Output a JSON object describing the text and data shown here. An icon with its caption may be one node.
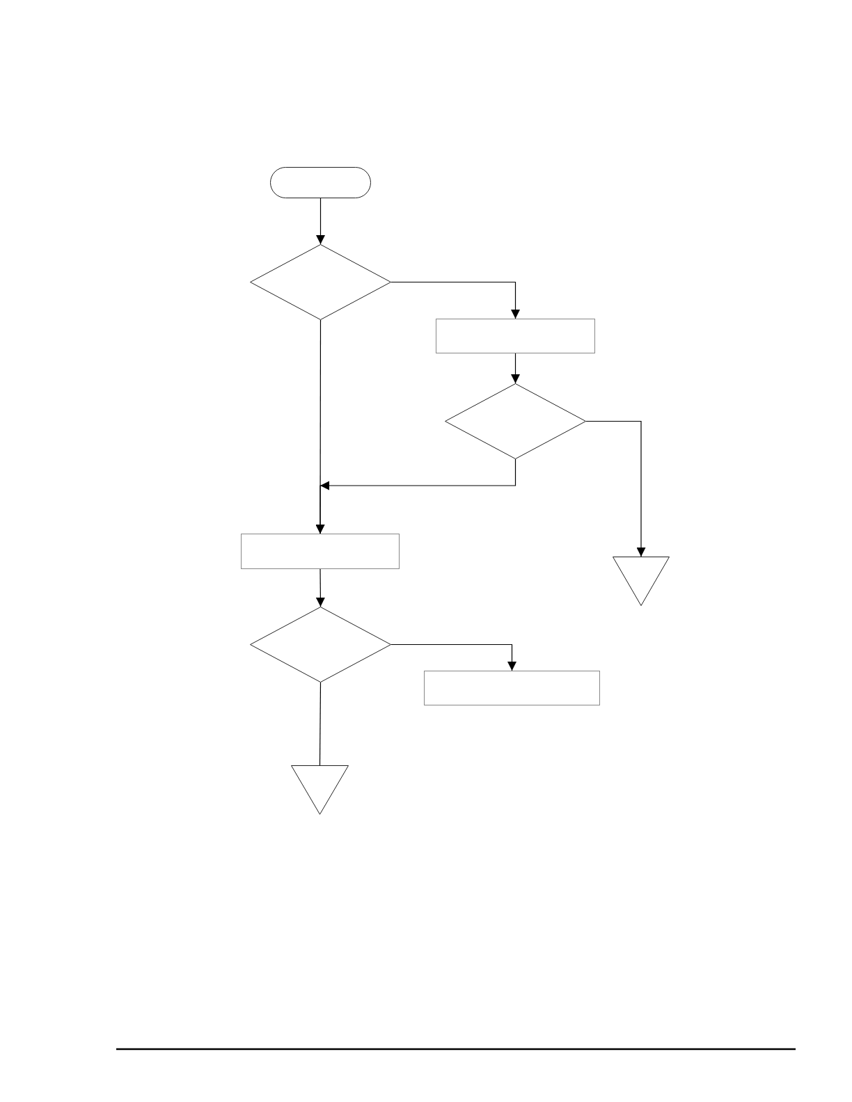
{
  "diagram": {
    "nodes": [
      {
        "text": [],
        "shape": "oval"
      },
      {
        "text": [],
        "shape": "diamond"
      },
      {
        "text": [],
        "shape": "box"
      },
      {
        "text": [],
        "shape": "diamond"
      },
      {
        "text": [],
        "shape": "box"
      },
      {
        "text": [],
        "shape": "triangle"
      },
      {
        "text": [],
        "shape": "diamond"
      },
      {
        "text": [],
        "shape": "box"
      },
      {
        "text": [],
        "shape": "triangle"
      }
    ],
    "edges": [
      {
        "from": 0,
        "to": 1,
        "arrow": "to"
      },
      {
        "from": 1,
        "to": 2,
        "arrow": "to"
      },
      {
        "from": 1,
        "to": 4,
        "arrow": "to"
      },
      {
        "from": 3,
        "to": 4,
        "arrow": "to"
      },
      {
        "from": 2,
        "to": 3,
        "arrow": "to"
      },
      {
        "from": 3,
        "to": 5,
        "arrow": "to"
      },
      {
        "from": 4,
        "to": 6,
        "arrow": "to"
      },
      {
        "from": 6,
        "to": 7,
        "arrow": "to"
      },
      {
        "from": 6,
        "to": 8,
        "arrow": "none"
      }
    ]
  }
}
